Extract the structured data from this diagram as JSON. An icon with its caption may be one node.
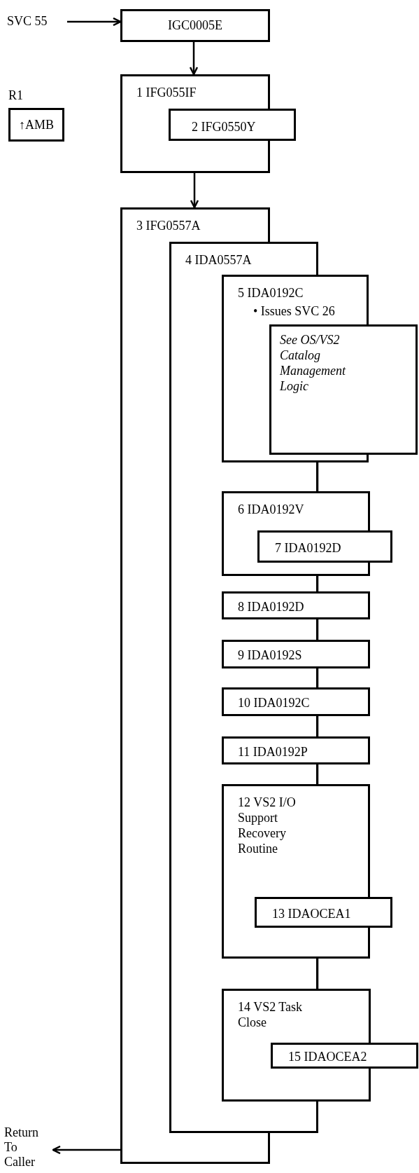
{
  "diagram": {
    "nodes": [
      {
        "text": [
          "SVC 55"
        ]
      },
      {
        "text": [
          "IGC0005E"
        ]
      },
      {
        "text": [
          "R1",
          "↑AMB"
        ]
      },
      {
        "text": [
          "1 IFG055IF"
        ]
      },
      {
        "text": [
          "2 IFG0550Y"
        ]
      },
      {
        "text": [
          "3 IFG0557A"
        ]
      },
      {
        "text": [
          "4 IDA0557A"
        ]
      },
      {
        "text": [
          "5 IDA0192C",
          "• Issues SVC 26"
        ]
      },
      {
        "text": [
          "See OS/VS2 Catalog Management Logic"
        ]
      },
      {
        "text": [
          "6 IDA0192V"
        ]
      },
      {
        "text": [
          "7 IDA0192D"
        ]
      },
      {
        "text": [
          "8 IDA0192D"
        ]
      },
      {
        "text": [
          "9 IDA0192S"
        ]
      },
      {
        "text": [
          "10 IDA0192C"
        ]
      },
      {
        "text": [
          "11 IDA0192P"
        ]
      },
      {
        "text": [
          "12 VS2 I/O Support Recovery Routine"
        ]
      },
      {
        "text": [
          "13 IDAOCEA1"
        ]
      },
      {
        "text": [
          "14 VS2 Task Close"
        ]
      },
      {
        "text": [
          "15 IDAOCEA2"
        ]
      },
      {
        "text": [
          "Return To Caller"
        ]
      }
    ],
    "edges": [
      {
        "from": 0,
        "to": 1,
        "arrow": "to"
      },
      {
        "from": 1,
        "to": 3,
        "arrow": "to"
      },
      {
        "from": 3,
        "to": 5,
        "arrow": "to"
      },
      {
        "from": 7,
        "to": 9,
        "arrow": "none"
      },
      {
        "from": 9,
        "to": 11,
        "arrow": "none"
      },
      {
        "from": 11,
        "to": 12,
        "arrow": "none"
      },
      {
        "from": 12,
        "to": 13,
        "arrow": "none"
      },
      {
        "from": 13,
        "to": 14,
        "arrow": "none"
      },
      {
        "from": 14,
        "to": 15,
        "arrow": "none"
      },
      {
        "from": 15,
        "to": 17,
        "arrow": "none"
      },
      {
        "from": 5,
        "to": 19,
        "arrow": "to"
      }
    ]
  }
}
